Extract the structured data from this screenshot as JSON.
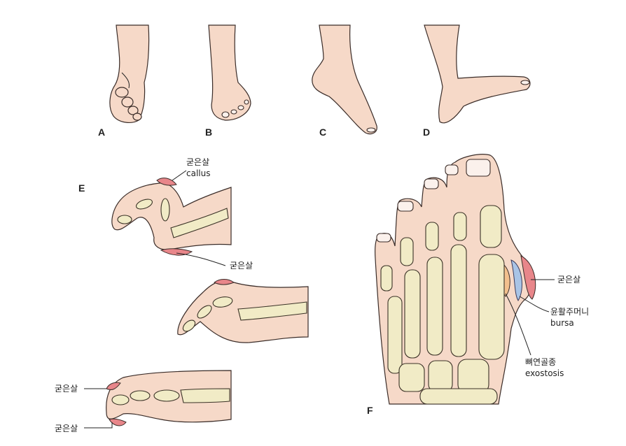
{
  "panels": {
    "a": "A",
    "b": "B",
    "c": "C",
    "d": "D",
    "e": "E",
    "f": "F"
  },
  "labels": {
    "callus_ko": "굳은살",
    "callus_en": "callus",
    "callus_mid_ko": "굳은살",
    "callus_lower_top_ko": "굳은살",
    "callus_lower_bottom_ko": "굳은살",
    "f_callus_ko": "굳은살",
    "bursa_ko": "윤활주머니",
    "bursa_en": "bursa",
    "exostosis_ko": "뼈연골종",
    "exostosis_en": "exostosis"
  },
  "colors": {
    "skin": "#f6d9c8",
    "bone": "#f1ebc6",
    "callus": "#e8868a",
    "bursa": "#a9c4e6",
    "exostosis": "#f3c08e"
  }
}
